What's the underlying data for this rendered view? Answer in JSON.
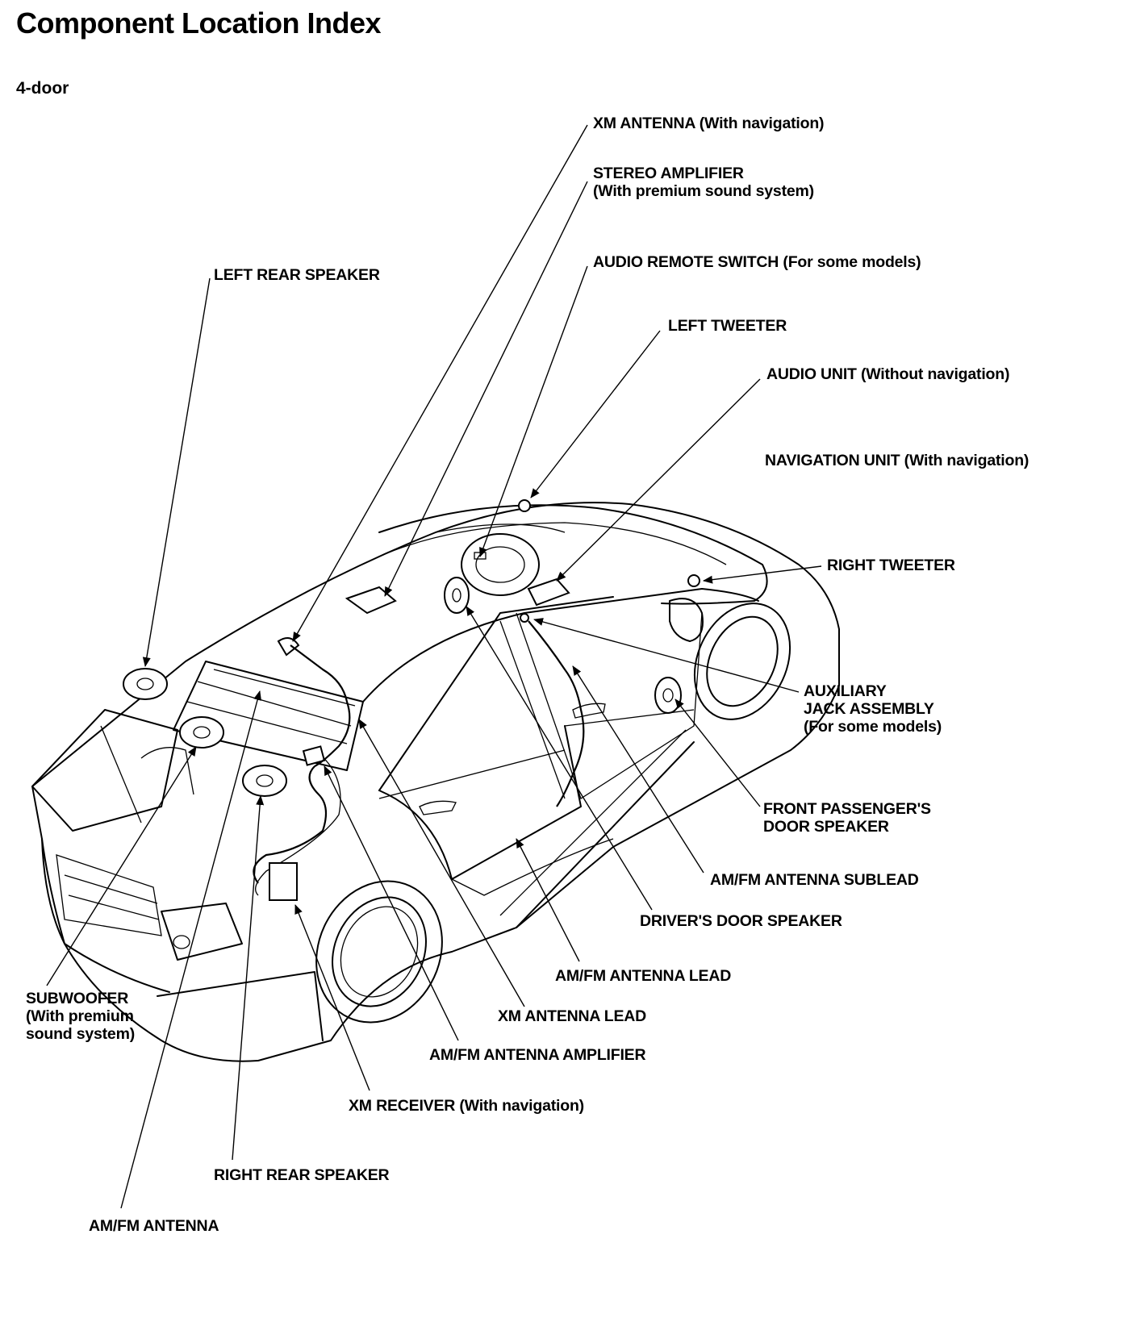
{
  "title": "Component Location Index",
  "subtitle": "4-door",
  "labels": {
    "xm_antenna": "XM ANTENNA (With navigation)",
    "stereo_amplifier": "STEREO AMPLIFIER\n(With premium sound system)",
    "audio_remote_switch": "AUDIO REMOTE SWITCH (For some models)",
    "left_rear_speaker": "LEFT REAR SPEAKER",
    "left_tweeter": "LEFT TWEETER",
    "audio_unit": "AUDIO UNIT (Without navigation)",
    "navigation_unit": "NAVIGATION UNIT (With navigation)",
    "right_tweeter": "RIGHT TWEETER",
    "auxiliary_jack": "AUXILIARY\nJACK ASSEMBLY\n(For some models)",
    "front_passenger_speaker": "FRONT PASSENGER'S\nDOOR SPEAKER",
    "am_fm_antenna_sublead": "AM/FM ANTENNA SUBLEAD",
    "drivers_door_speaker": "DRIVER'S DOOR SPEAKER",
    "am_fm_antenna_lead": "AM/FM ANTENNA LEAD",
    "xm_antenna_lead": "XM ANTENNA LEAD",
    "am_fm_antenna_amplifier": "AM/FM ANTENNA AMPLIFIER",
    "xm_receiver": "XM RECEIVER (With navigation)",
    "subwoofer": "SUBWOOFER\n(With premium\nsound system)",
    "right_rear_speaker": "RIGHT REAR SPEAKER",
    "am_fm_antenna": "AM/FM ANTENNA"
  }
}
